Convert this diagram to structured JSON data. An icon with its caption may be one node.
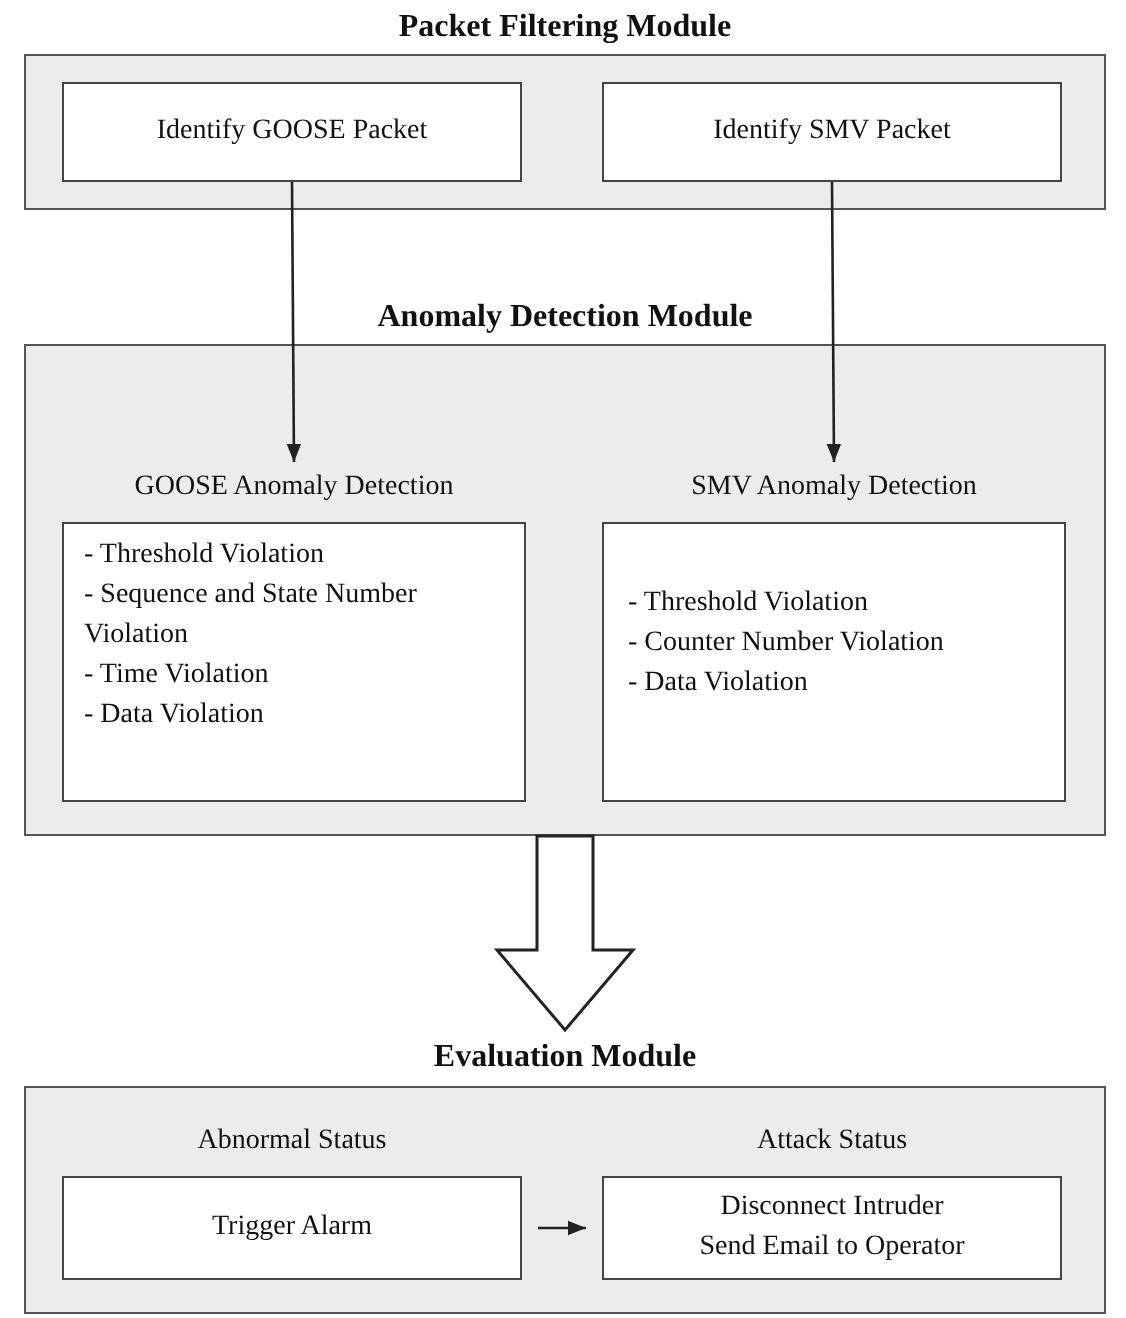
{
  "diagram": {
    "nodes": [
      {
        "text": [
          "Packet Filtering Module"
        ]
      },
      {
        "text": [
          "Identify GOOSE Packet"
        ],
        "in": 0
      },
      {
        "text": [
          "Identify SMV Packet"
        ],
        "in": 0
      },
      {
        "text": [
          "Anomaly Detection Module"
        ]
      },
      {
        "text": [
          "GOOSE Anomaly Detection",
          "- Threshold Violation",
          "- Sequence and State Number Violation",
          "- Time Violation",
          "- Data Violation"
        ],
        "in": 3
      },
      {
        "text": [
          "SMV Anomaly Detection",
          "- Threshold Violation",
          "- Counter Number Violation",
          "- Data Violation"
        ],
        "in": 3
      },
      {
        "text": [
          "Evaluation Module"
        ]
      },
      {
        "text": [
          "Abnormal Status",
          "Trigger Alarm"
        ],
        "in": 6
      },
      {
        "text": [
          "Attack Status",
          "Disconnect Intruder",
          "Send Email to Operator"
        ],
        "in": 6
      }
    ],
    "edges": [
      {
        "from": 1,
        "to": 4,
        "arrow": "to"
      },
      {
        "from": 2,
        "to": 5,
        "arrow": "to"
      },
      {
        "from": 3,
        "to": 6,
        "arrow": "to",
        "style": "thick"
      },
      {
        "from": 7,
        "to": 8,
        "arrow": "to"
      }
    ]
  }
}
